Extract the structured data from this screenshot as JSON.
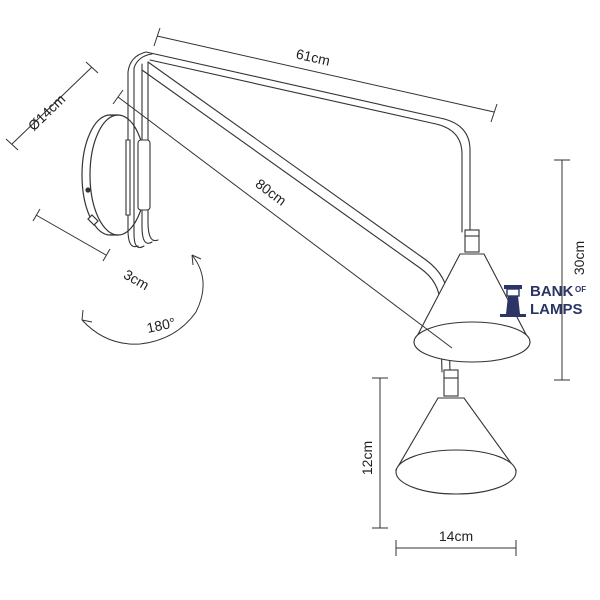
{
  "dimensions": {
    "arm_upper": "61cm",
    "arm_lower": "80cm",
    "plate_diameter": "Ø14cm",
    "plate_depth": "3cm",
    "rotation": "180°",
    "shade_drop": "30cm",
    "shade_height": "12cm",
    "shade_width": "14cm"
  },
  "logo": {
    "line1": "BANK",
    "line1_small": "OF",
    "line2": "LAMPS",
    "color": "#2c3566"
  },
  "colors": {
    "line": "#333333",
    "text": "#222222"
  }
}
